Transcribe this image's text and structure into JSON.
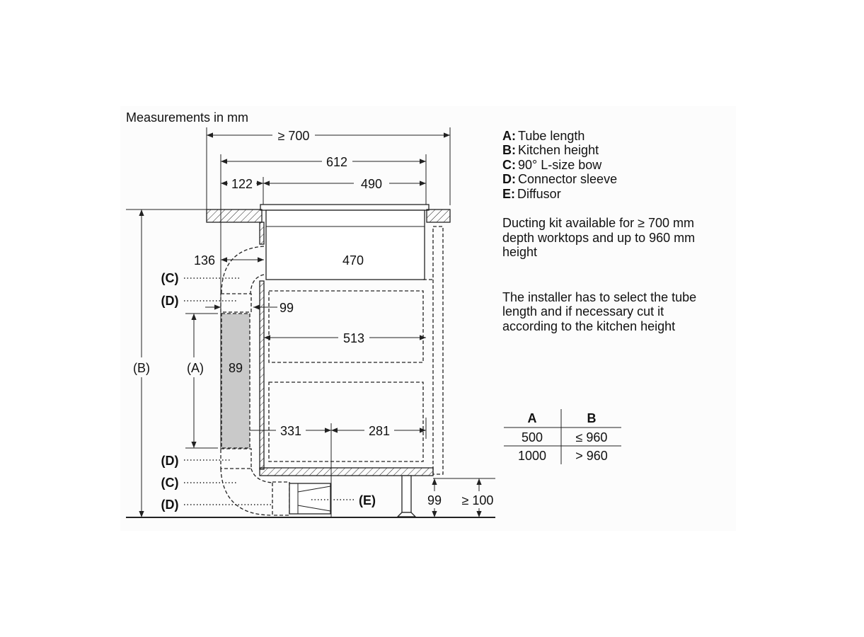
{
  "title": "Measurements in mm",
  "dimensions": {
    "overall_depth": "≥ 700",
    "depth_612": "612",
    "offset_122": "122",
    "width_490": "490",
    "offset_136": "136",
    "width_470": "470",
    "gap_99": "99",
    "width_513": "513",
    "tube_89": "89",
    "dist_331": "331",
    "dist_281": "281",
    "plinth_99": "99",
    "plinth_min": "≥ 100"
  },
  "labels": {
    "A": "(A)",
    "B": "(B)",
    "C1": "(C)",
    "D1": "(D)",
    "D2": "(D)",
    "C2": "(C)",
    "D3": "(D)",
    "E": "(E)"
  },
  "legend": [
    {
      "key": "A:",
      "text": "Tube length"
    },
    {
      "key": "B:",
      "text": "Kitchen height"
    },
    {
      "key": "C:",
      "text": "90° L-size bow"
    },
    {
      "key": "D:",
      "text": "Connector sleeve"
    },
    {
      "key": "E:",
      "text": "Diffusor"
    }
  ],
  "notes": {
    "ducting": [
      "Ducting kit available for ≥ 700 mm",
      "depth worktops and up to 960 mm",
      "height"
    ],
    "installer": [
      "The installer has to select the tube",
      "length and if necessary cut it",
      "according to the kitchen height"
    ]
  },
  "table": {
    "headers": [
      "A",
      "B"
    ],
    "rows": [
      [
        "500",
        "≤ 960"
      ],
      [
        "1000",
        "> 960"
      ]
    ]
  }
}
